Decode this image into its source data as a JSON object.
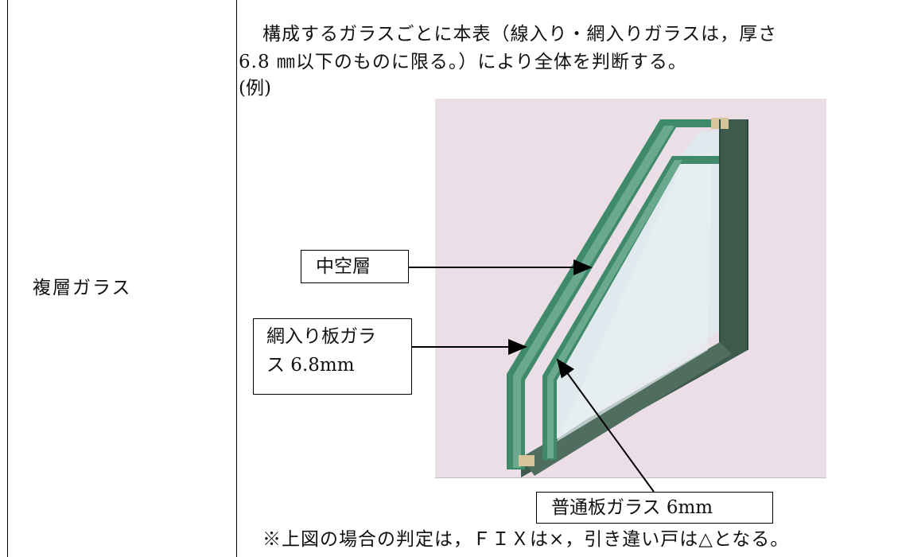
{
  "row": {
    "label": "複層ガラス",
    "description_line1": "構成するガラスごとに本表（線入り・網入りガラスは，厚さ",
    "description_line2": "6.8 ㎜以下のものに限る。）により全体を判断する。",
    "example_label": "(例)"
  },
  "figure": {
    "callout_hollow_layer": "中空層",
    "callout_wired_glass_line1": "網入り板ガラ",
    "callout_wired_glass_line2": "ス 6.8mm",
    "callout_plain_glass": "普通板ガラス 6mm",
    "colors": {
      "background": "#ecdee6",
      "glass_edge": "#3f8a6b",
      "frame": "#3d5a4c",
      "pane": "#dfe9ee"
    }
  },
  "note": "※上図の場合の判定は，ＦＩＸは×，引き違い戸は△となる。"
}
